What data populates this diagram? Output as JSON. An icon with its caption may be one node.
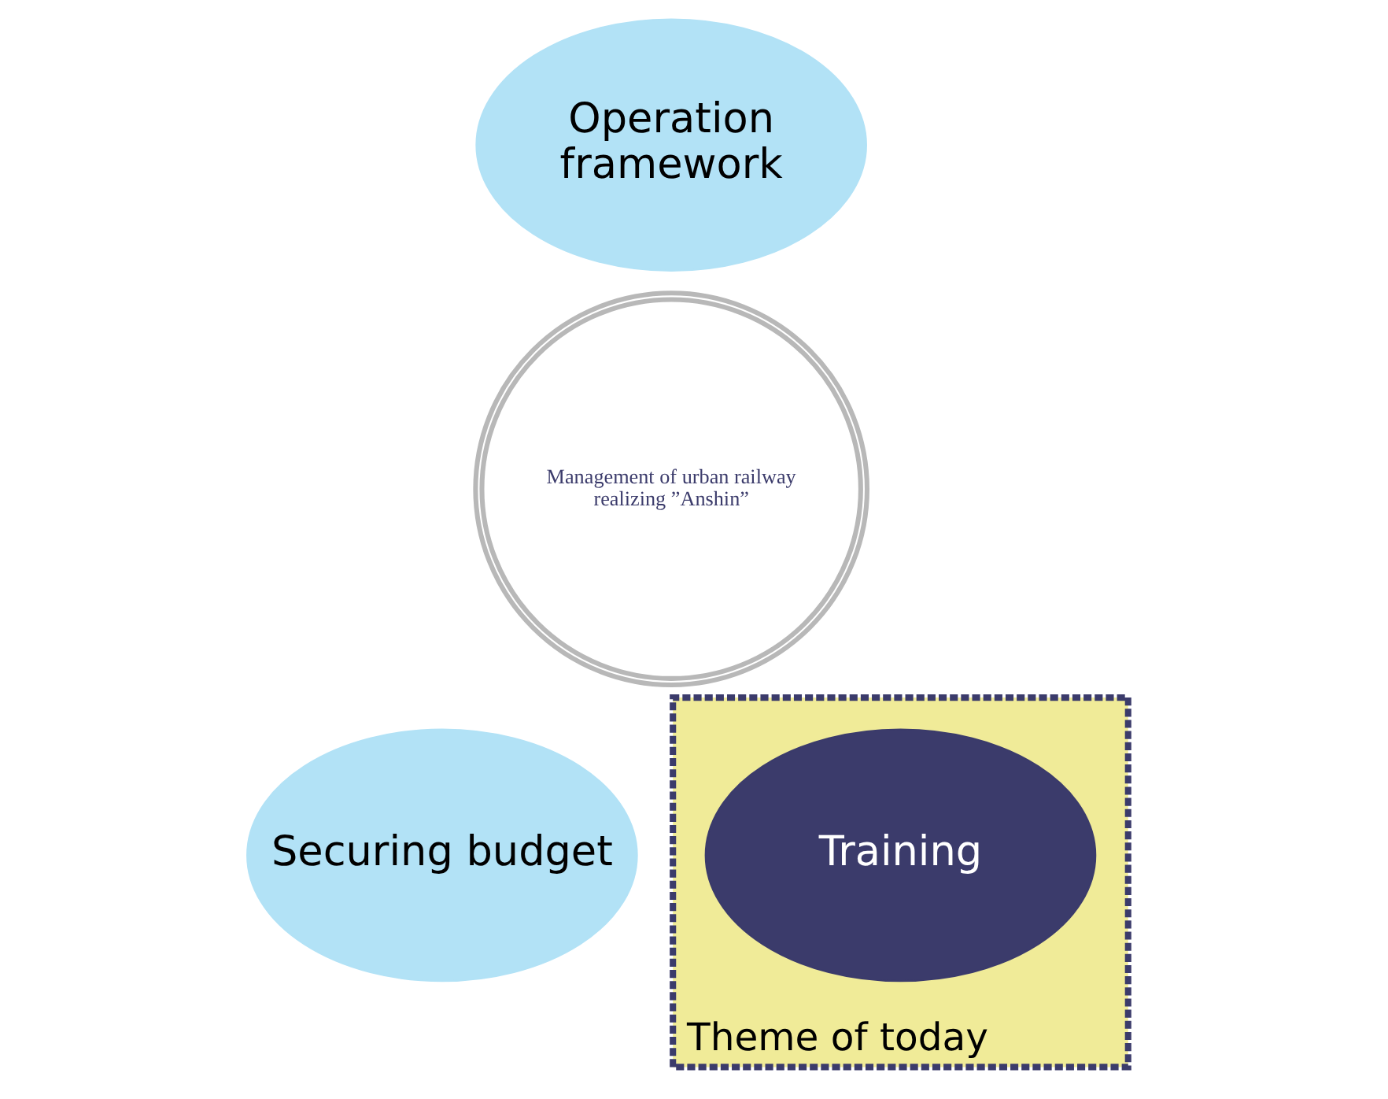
{
  "diagram": {
    "nodes": [
      {
        "text": [
          "Management of urban railway realizing ”Anshin”"
        ]
      },
      {
        "text": [
          "Operation framework"
        ]
      },
      {
        "text": [
          "Securing budget"
        ]
      },
      {
        "text": [
          "Theme of today"
        ]
      },
      {
        "text": [
          "Training"
        ],
        "in": 3
      }
    ]
  }
}
